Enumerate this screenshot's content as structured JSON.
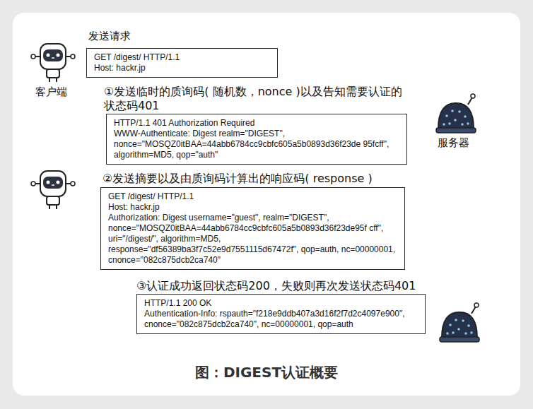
{
  "diagram": {
    "caption": "图：DIGEST认证概要",
    "nodes": [
      {
        "text": [
          "发送请求",
          "GET /digest/ HTTP/1.1",
          "Host: hackr.jp"
        ]
      },
      {
        "text": [
          "①发送临时的质询码( 随机数，nonce )以及告知需要认证的 状态码401",
          "HTTP/1.1 401 Authorization Required",
          "WWW-Authenticate: Digest realm=\"DIGEST\", nonce=\"MOSQZ0itBAA=44abb6784cc9cbfc605a5b0893d36f23de 95fcff\", algorithm=MD5, qop=\"auth\""
        ]
      },
      {
        "text": [
          "②发送摘要以及由质询码计算出的响应码( response )",
          "GET /digest/ HTTP/1.1",
          "Host: hackr.jp",
          "Authorization: Digest username=\"guest\", realm=\"DIGEST\", nonce=\"MOSQZ0itBAA=44abb6784cc9cbfc605a5b0893d36f23de95f cff\", uri=\"/digest/\", algorithm=MD5, response=\"df56389ba3f7c52e9d7551115d67472f\", qop=auth, nc=00000001, cnonce=\"082c875dcb2ca740\""
        ]
      },
      {
        "text": [
          "③认证成功返回状态码200，失败则再次发送状态码401",
          "HTTP/1.1 200 OK",
          "Authentication-Info: rspauth=\"f218e9ddb407a3d16f2f7d2c4097e900\", cnonce=\"082c875dcb2ca740\", nc=00000001, qop=auth"
        ]
      }
    ],
    "labels": [
      "客户端",
      "服务器"
    ]
  }
}
